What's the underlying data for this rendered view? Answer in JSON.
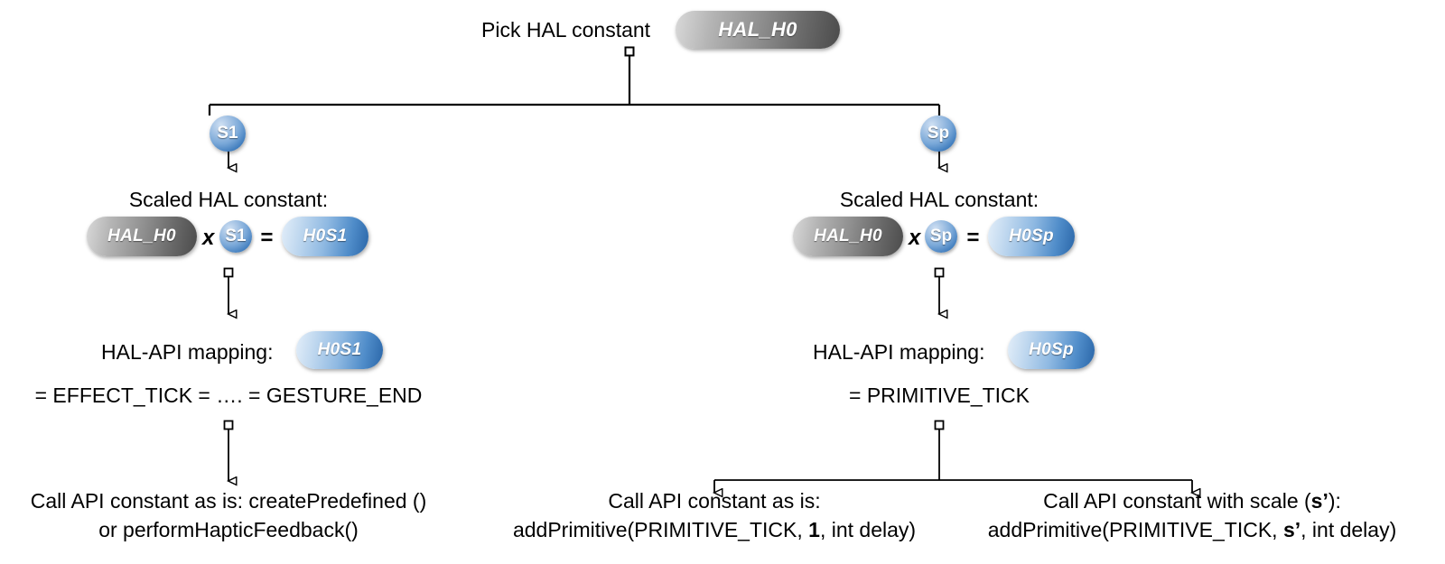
{
  "diagram": {
    "title_row": {
      "label": "Pick HAL constant",
      "pill": "HAL_H0"
    },
    "branch_labels": {
      "left": "S1",
      "right": "Sp"
    },
    "scaled_left": {
      "heading": "Scaled HAL constant:",
      "operand_a": "HAL_H0",
      "mul": "x",
      "operand_b": "S1",
      "eq": "=",
      "result": "H0S1"
    },
    "scaled_right": {
      "heading": "Scaled HAL constant:",
      "operand_a": "HAL_H0",
      "mul": "x",
      "operand_b": "Sp",
      "eq": "=",
      "result": "H0Sp"
    },
    "mapping_left": {
      "heading": "HAL-API mapping:",
      "pill": "H0S1",
      "equation": "= EFFECT_TICK = …. = GESTURE_END"
    },
    "mapping_right": {
      "heading": "HAL-API mapping:",
      "pill": "H0Sp",
      "equation": "= PRIMITIVE_TICK"
    },
    "leaf_left": {
      "line1": "Call API constant as is: createPredefined ()",
      "line2": "or performHapticFeedback()"
    },
    "leaf_middle": {
      "line1": "Call API constant as is:",
      "line2_pre": "addPrimitive(PRIMITIVE_TICK, ",
      "line2_bold": "1",
      "line2_post": ", int delay)"
    },
    "leaf_right": {
      "line1_pre": "Call API constant with scale (",
      "line1_bold": "s’",
      "line1_post": "):",
      "line2_pre": "addPrimitive(PRIMITIVE_TICK, ",
      "line2_bold": "s’",
      "line2_post": ", int delay)"
    },
    "colors": {
      "gray_pill_light": "#d9d9d9",
      "gray_pill_dark": "#4b4b4b",
      "blue_pill_light": "#e3eef9",
      "blue_pill_dark": "#2a66a8",
      "sphere_blue": "#3f7cbd",
      "wire": "#000000",
      "background": "#ffffff"
    }
  }
}
